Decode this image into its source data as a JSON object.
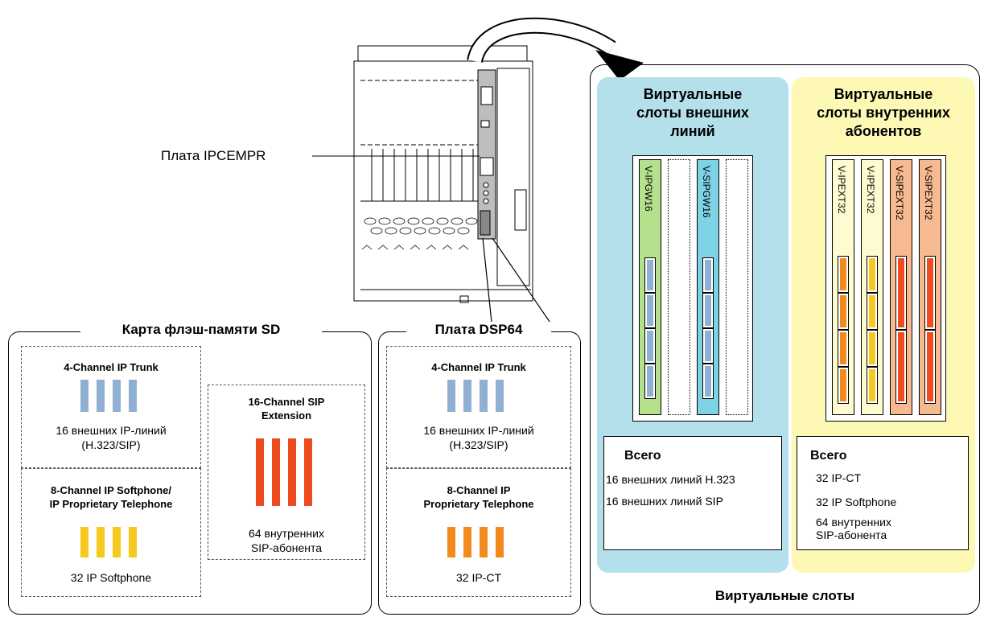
{
  "pbx_label": "Плата IPCEMPR",
  "sd_card": {
    "title": "Карта флэш-памяти SD",
    "trunk": {
      "title": "4-Channel IP Trunk",
      "desc_line1": "16 внешних IP-линий",
      "desc_line2": "(H.323/SIP)"
    },
    "softphone": {
      "title_line1": "8-Channel IP Softphone/",
      "title_line2": "IP Proprietary Telephone",
      "desc": "32 IP Softphone"
    },
    "sip_ext": {
      "title_line1": "16-Channel SIP",
      "title_line2": "Extension",
      "desc_line1": "64 внутренних",
      "desc_line2": "SIP-абонента"
    }
  },
  "dsp64": {
    "title": "Плата DSP64",
    "trunk": {
      "title": "4-Channel IP Trunk",
      "desc_line1": "16 внешних IP-линий",
      "desc_line2": "(H.323/SIP)"
    },
    "pt": {
      "title_line1": "8-Channel IP",
      "title_line2": "Proprietary Telephone",
      "desc": "32 IP-CT"
    }
  },
  "virtual": {
    "caption": "Виртуальные слоты",
    "external": {
      "title_line1": "Виртуальные",
      "title_line2": "слоты внешних",
      "title_line3": "линий",
      "slots": [
        "V-IPGW16",
        "V-SIPGW16"
      ],
      "total_title": "Всего",
      "total_line1": "16 внешних линий H.323",
      "total_line2": "16 внешних линий SIP"
    },
    "internal": {
      "title_line1": "Виртуальные",
      "title_line2": "слоты внутренних",
      "title_line3": "абонентов",
      "slots": [
        "V-IPEXT32",
        "V-IPEXT32",
        "V-SIPEXT32",
        "V-SIPEXT32"
      ],
      "total_title": "Всего",
      "total_line1": "32 IP-CT",
      "total_line2": "32 IP Softphone",
      "total_line3": "64 внутренних",
      "total_line4": "SIP-абонента"
    }
  },
  "colors": {
    "blue_channel": "#8fb0d3",
    "red_channel": "#f04a1f",
    "yellow_channel": "#f7c81e",
    "orange_channel": "#f28a1e",
    "external_bg": "#b3e0ea",
    "internal_bg": "#fdf9b4",
    "green_slot": "#b5e18c",
    "cyan_slot": "#7ed2e6",
    "pale_slot": "#fffbd0",
    "salmon_slot": "#f7b98f"
  }
}
